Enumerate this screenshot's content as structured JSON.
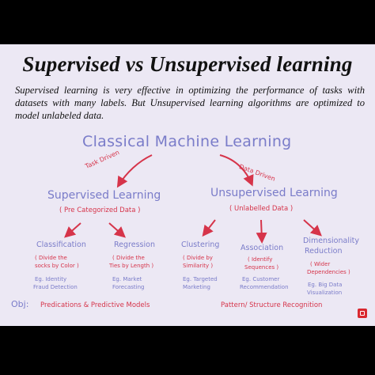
{
  "title": "Supervised vs Unsupervised learning",
  "description": "Supervised learning is very effective in optimizing the performance of tasks with datasets with many labels. But Unsupervised learning algorithms are optimized to model unlabeled data.",
  "diagram": {
    "root": "Classical Machine Learning",
    "edge_left": "Task Driven",
    "edge_right": "Data Driven",
    "supervised": {
      "title": "Supervised Learning",
      "subtitle": "( Pre Categorized Data )"
    },
    "unsupervised": {
      "title": "Unsupervised Learning",
      "subtitle": "( Unlabelled Data )"
    },
    "classification": {
      "title": "Classification",
      "desc_1": "( Divide the",
      "desc_2": "socks by Color )",
      "eg_1": "Eg. Identity",
      "eg_2": "Fraud Detection"
    },
    "regression": {
      "title": "Regression",
      "desc_1": "( Divide the",
      "desc_2": "Ties by Length )",
      "eg_1": "Eg. Market",
      "eg_2": "Forecasting"
    },
    "clustering": {
      "title": "Clustering",
      "desc_1": "( Divide by",
      "desc_2": "Similarity )",
      "eg_1": "Eg. Targeted",
      "eg_2": "Marketing"
    },
    "association": {
      "title": "Association",
      "desc_1": "( Identify",
      "desc_2": "Sequences )",
      "eg_1": "Eg. Customer",
      "eg_2": "Recommendation"
    },
    "dimensionality": {
      "title_1": "Dimensionality",
      "title_2": "Reduction",
      "desc_1": "( Wider",
      "desc_2": "Dependencies )",
      "eg_1": "Eg. Big Data",
      "eg_2": "Visualization"
    },
    "obj_label": "Obj:",
    "obj_supervised": "Predications & Predictive Models",
    "obj_unsupervised": "Pattern/ Structure Recognition"
  },
  "colors": {
    "handwriting_blue": "#7a7cc9",
    "handwriting_red": "#d6344a",
    "background": "#ece8f4"
  },
  "logo": "red-square-logo-icon"
}
